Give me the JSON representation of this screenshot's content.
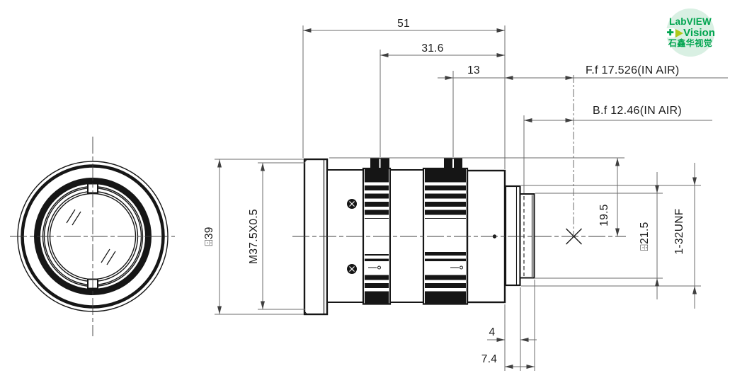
{
  "drawing": {
    "dimensions": {
      "total_length": "51",
      "mid_length": "31.6",
      "front_length": "13",
      "flange_focal_distance": "F.f 17.526(IN AIR)",
      "back_focal_distance": "B.f 12.46(IN AIR)",
      "front_diameter": "⌹39",
      "filter_thread": "M37.5X0.5",
      "center_height": "19.5",
      "rear_diameter": "⌹21.5",
      "mount_thread": "1-32UNF",
      "rear_flange_step": "4",
      "rear_total_length": "7.4"
    }
  },
  "logo": {
    "brand": "LabVIEW",
    "plus_icon": "✚",
    "product": "Vision",
    "tagline": "石鑫华视觉",
    "colors": {
      "green": "#00A44F",
      "triangle": "#AFC91A",
      "circle_bg": "#D9F0E3"
    }
  }
}
